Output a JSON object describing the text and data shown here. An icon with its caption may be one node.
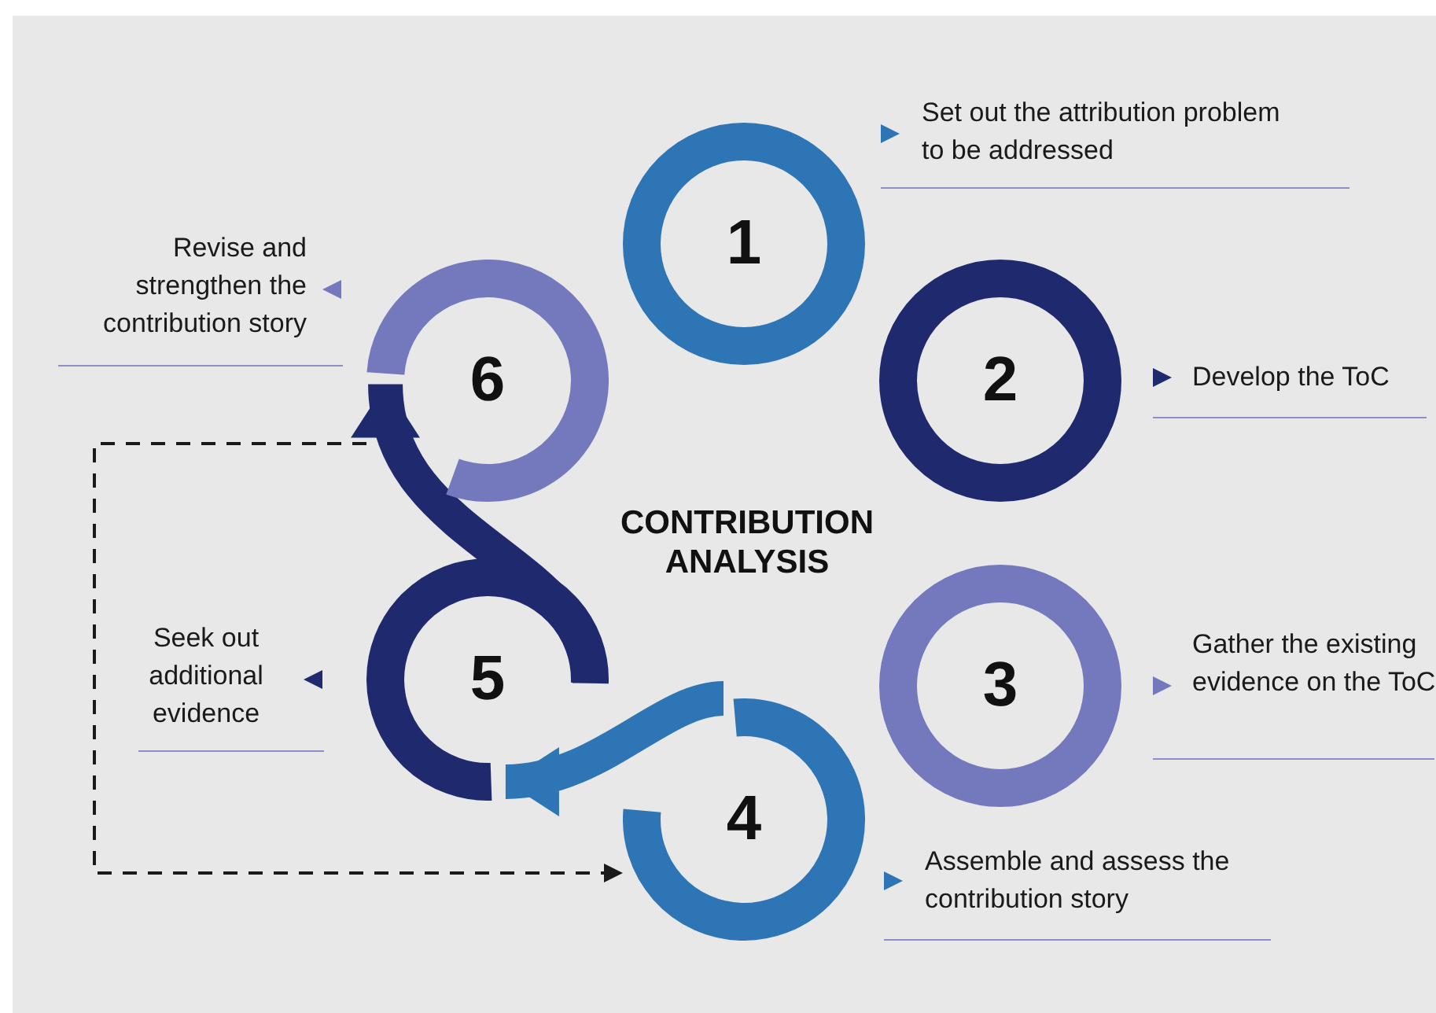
{
  "diagram": {
    "title": "CONTRIBUTION ANALYSIS",
    "nodes": [
      {
        "text": [
          "1"
        ],
        "beside": [
          "Set out the attribution problem to be addressed"
        ]
      },
      {
        "text": [
          "2"
        ],
        "beside": [
          "Develop the ToC"
        ]
      },
      {
        "text": [
          "3"
        ],
        "beside": [
          "Gather the existing evidence on the ToC"
        ]
      },
      {
        "text": [
          "4"
        ],
        "beside": [
          "Assemble and assess the contribution story"
        ]
      },
      {
        "text": [
          "5"
        ],
        "beside": [
          "Seek out additional evidence"
        ]
      },
      {
        "text": [
          "6"
        ],
        "beside": [
          "Revise and strengthen the contribution story"
        ]
      }
    ],
    "edges": [
      {
        "from": 3,
        "to": 4,
        "arrow": "to"
      },
      {
        "from": 4,
        "to": 5,
        "arrow": "to"
      },
      {
        "from": 5,
        "to": 3,
        "arrow": "to",
        "style": "dashed",
        "color": "#1a1a1a"
      }
    ]
  }
}
